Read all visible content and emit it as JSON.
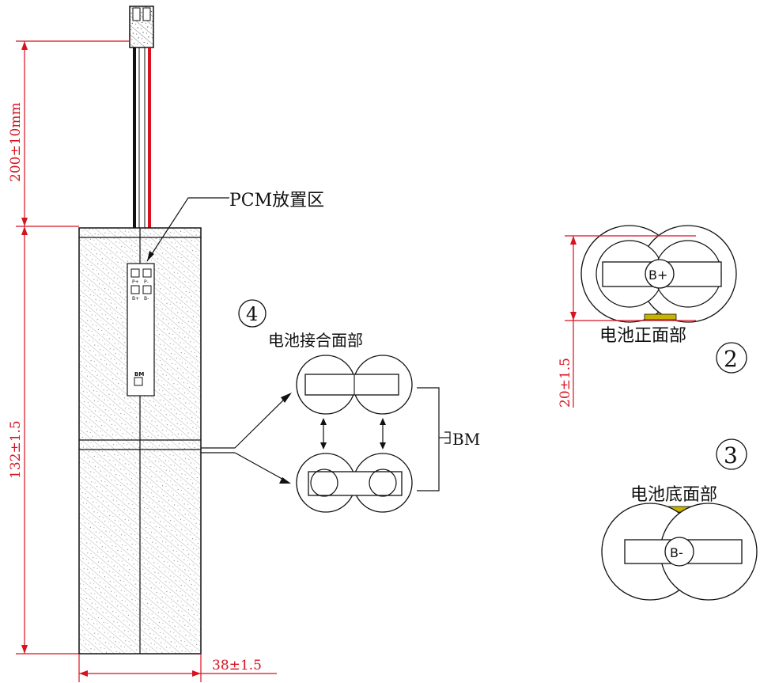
{
  "colors": {
    "dimension": "#d8121f",
    "outline": "#111111",
    "wire_black": "#111111",
    "wire_red": "#d8121f",
    "tab": "#c8b400"
  },
  "dimensions": {
    "lead_length": "200±10mm",
    "pack_length": "132±1.5",
    "pack_width": "38±1.5",
    "pack_thickness": "20±1.5"
  },
  "labels": {
    "pcm_zone": "PCM放置区",
    "bm": "BM",
    "front_face": "电池正面部",
    "bottom_face": "电池底面部",
    "joint_face": "电池接合面部",
    "b_plus": "B+",
    "b_minus": "B-",
    "pcm_p_plus": "P+",
    "pcm_p_minus": "P-",
    "pcm_b_plus": "B+",
    "pcm_b_minus": "B-",
    "pcm_bm": "BM"
  },
  "views": {
    "front_num": "2",
    "bottom_num": "3",
    "joint_num": "4"
  }
}
